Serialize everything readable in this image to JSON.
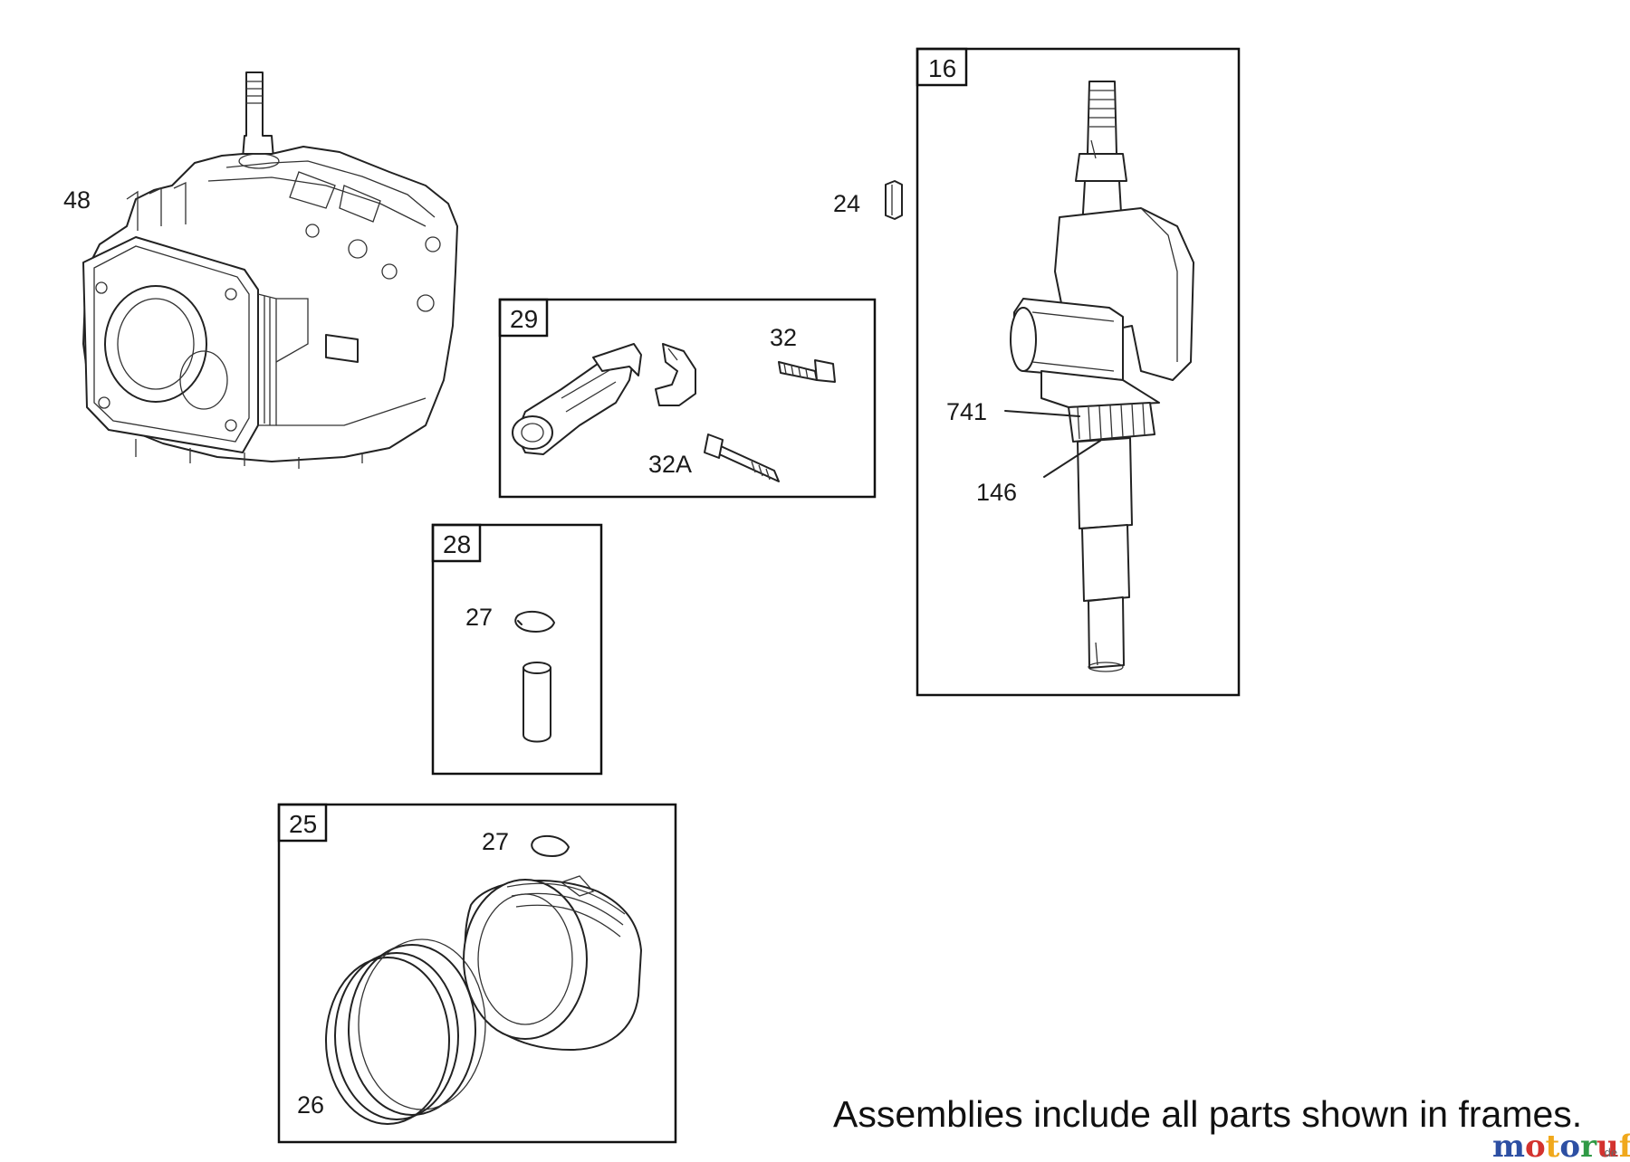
{
  "callouts": {
    "p48": "48",
    "p24": "24",
    "p16": "16",
    "p29": "29",
    "p32": "32",
    "p32a": "32A",
    "p741": "741",
    "p146": "146",
    "p28": "28",
    "p27a": "27",
    "p25": "25",
    "p27b": "27",
    "p26": "26"
  },
  "note": "Assemblies include all parts shown in frames.",
  "watermark": {
    "letters": [
      "m",
      "o",
      "t",
      "o",
      "r",
      "u",
      "f"
    ],
    "letter_colors": [
      "#2d4fa3",
      "#d3322e",
      "#f0a81c",
      "#2d4fa3",
      "#2f9a45",
      "#d3322e",
      "#f0a81c"
    ],
    "suffix": ".de"
  }
}
